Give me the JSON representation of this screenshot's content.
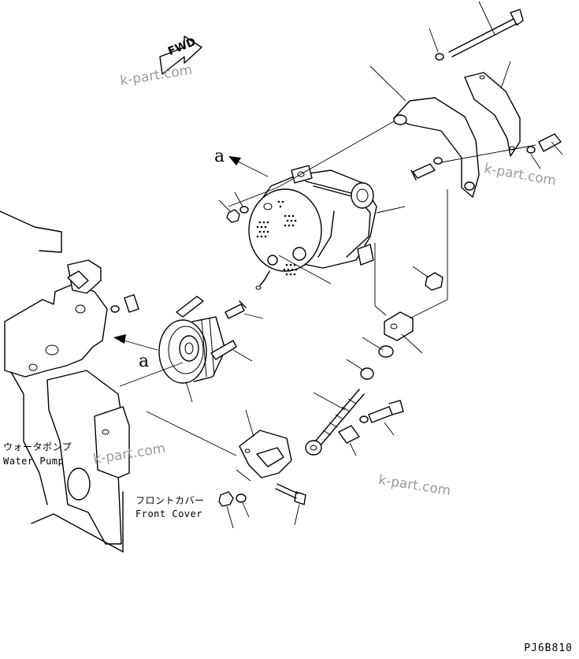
{
  "direction_arrow": {
    "label": "FWD"
  },
  "callouts": {
    "a_top": "a",
    "a_left": "a"
  },
  "labels": {
    "water_pump_ja": "ウォータポンプ",
    "water_pump_en": "Water Pump",
    "front_cover_ja": "フロントカバー",
    "front_cover_en": "Front Cover"
  },
  "watermarks": [
    "k-part.com",
    "k-part.com",
    "k-part.com",
    "k-part.com"
  ],
  "figure_code": "PJ6B810"
}
